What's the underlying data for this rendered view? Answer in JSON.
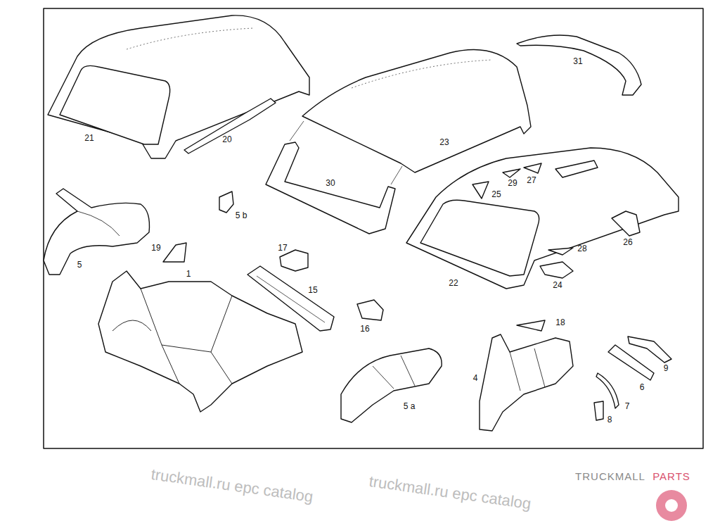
{
  "diagram": {
    "labels": [
      "21",
      "20",
      "23",
      "31",
      "30",
      "22",
      "25",
      "29",
      "27",
      "26",
      "5 b",
      "5",
      "19",
      "1",
      "17",
      "15",
      "16",
      "28",
      "24",
      "18",
      "4",
      "5 a",
      "9",
      "6",
      "7",
      "8",
      "truckmall.ru epc catalog",
      "truckmall.ru epc catalog",
      "TRUCKMALL",
      "PARTS"
    ]
  }
}
